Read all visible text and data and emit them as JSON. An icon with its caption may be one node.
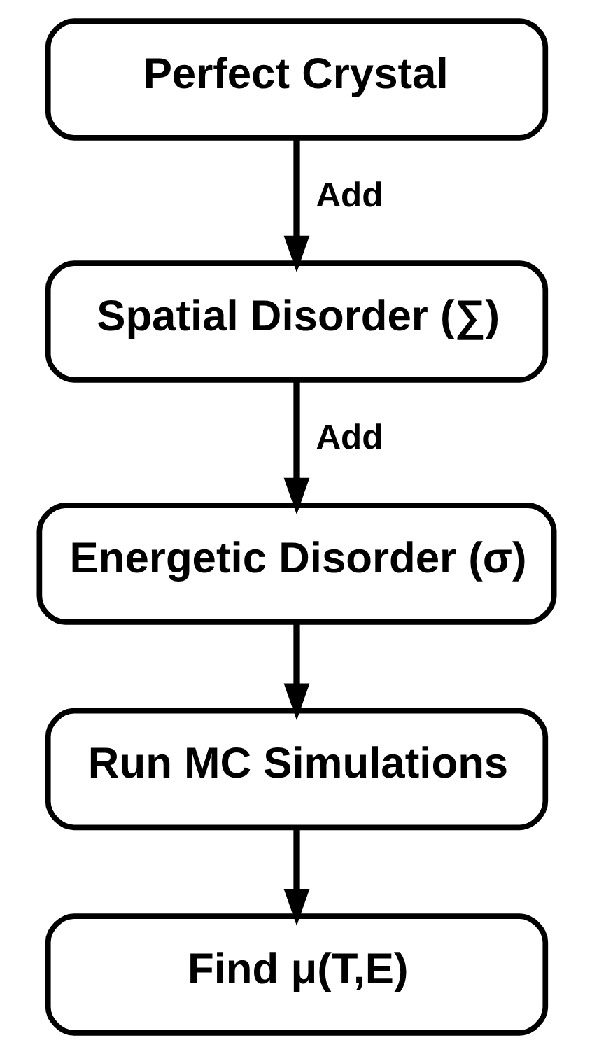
{
  "diagram": {
    "nodes": [
      {
        "text": [
          "Perfect Crystal"
        ]
      },
      {
        "text": [
          "Spatial Disorder (∑)"
        ]
      },
      {
        "text": [
          "Energetic Disorder (σ)"
        ]
      },
      {
        "text": [
          "Run MC Simulations"
        ]
      },
      {
        "text": [
          "Find μ(T,E)"
        ]
      }
    ],
    "edges": [
      {
        "from": 0,
        "to": 1,
        "arrow": "to",
        "label": "Add"
      },
      {
        "from": 1,
        "to": 2,
        "arrow": "to",
        "label": "Add"
      },
      {
        "from": 2,
        "to": 3,
        "arrow": "to"
      },
      {
        "from": 3,
        "to": 4,
        "arrow": "to"
      }
    ]
  }
}
